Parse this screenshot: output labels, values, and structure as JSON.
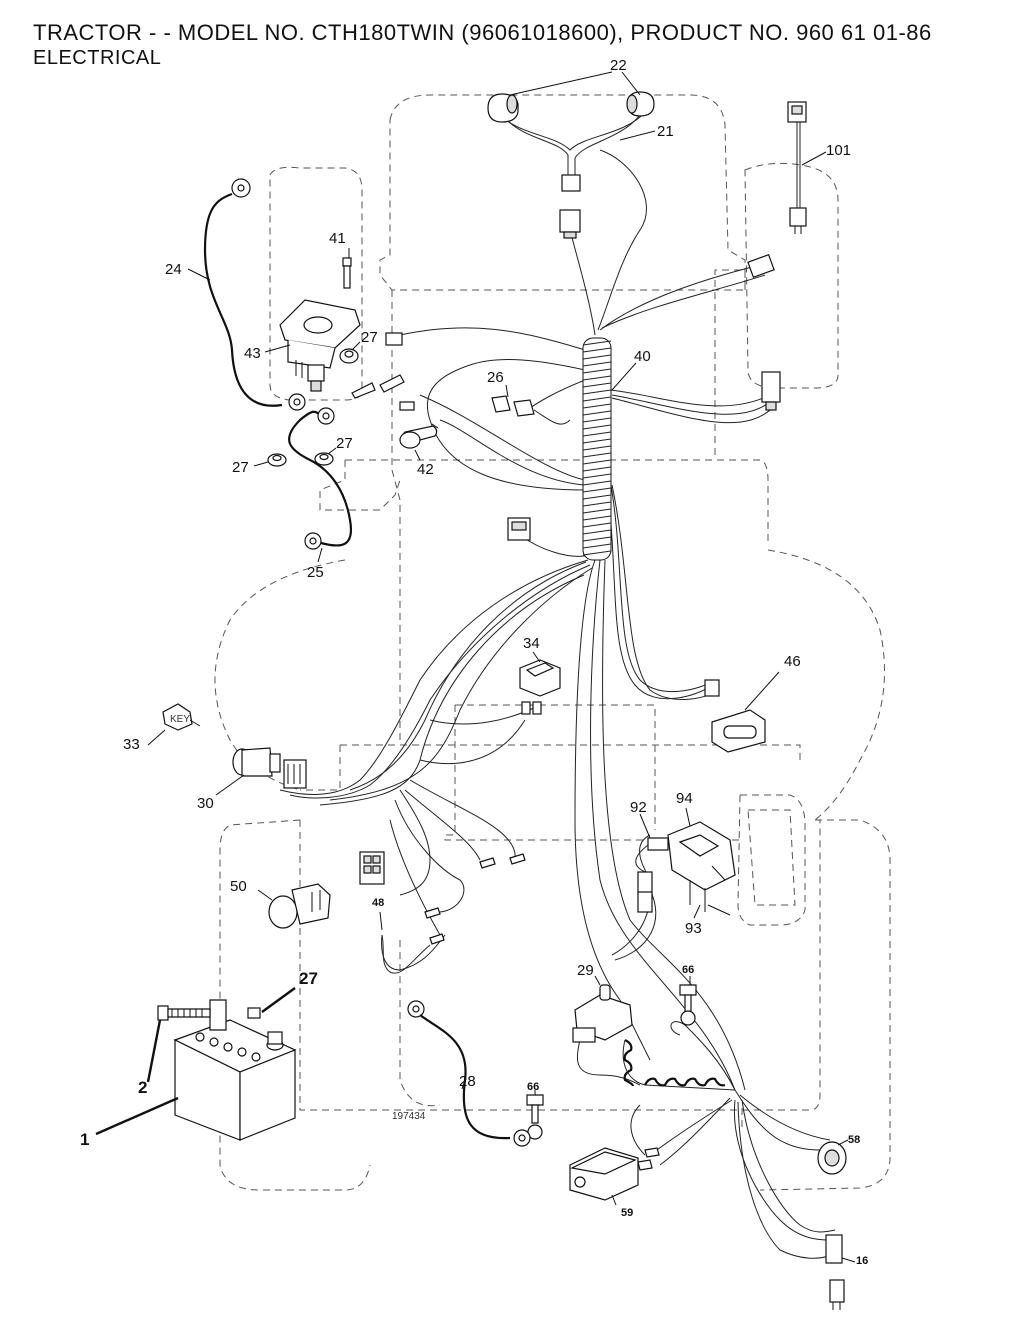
{
  "header": {
    "title": "TRACTOR - - MODEL NO. CTH180TWIN (96061018600), PRODUCT NO. 960 61 01-86",
    "subtitle": "ELECTRICAL"
  },
  "callouts": {
    "c1": "1",
    "c2": "2",
    "c16": "16",
    "c21": "21",
    "c22": "22",
    "c24": "24",
    "c25": "25",
    "c26": "26",
    "c27a": "27",
    "c27b": "27",
    "c27c": "27",
    "c27d": "27",
    "c28": "28",
    "c29": "29",
    "c30": "30",
    "c33": "33",
    "c34": "34",
    "c40": "40",
    "c41": "41",
    "c42": "42",
    "c43": "43",
    "c46": "46",
    "c48": "48",
    "c50": "50",
    "c58": "58",
    "c59": "59",
    "c66a": "66",
    "c66b": "66",
    "c92": "92",
    "c93": "93",
    "c94": "94",
    "c101": "101"
  },
  "drawing_ref": "197434"
}
